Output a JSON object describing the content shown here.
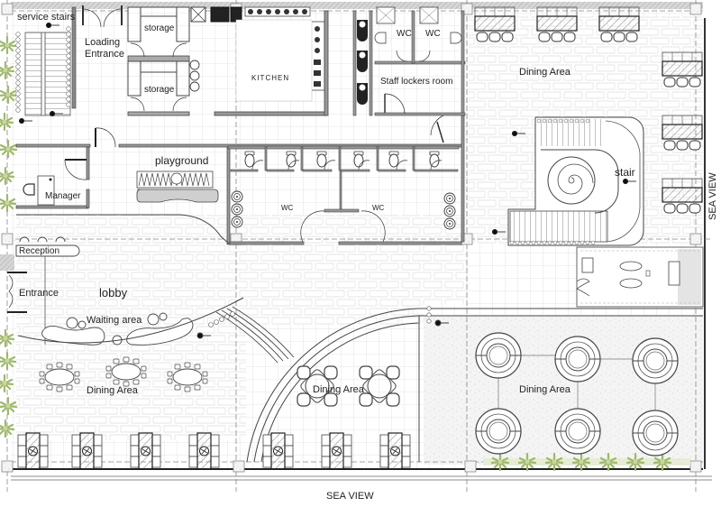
{
  "plan": {
    "type": "restaurant floor plan",
    "colors": {
      "wall": "#555555",
      "grid": "#d8d8d8",
      "brick": "#e4e4e4",
      "plant": "#a9bf7a",
      "speckle": "#f2f2f2",
      "line": "#333333"
    }
  },
  "rooms": {
    "service_stairs": "service stairs",
    "loading_entrance_1": "Loading",
    "loading_entrance_2": "Entrance",
    "storage_top": "storage",
    "storage_bottom": "storage",
    "kitchen": "KITCHEN",
    "wc_staff_left": "WC",
    "wc_staff_right": "WC",
    "staff_lockers": "Staff lockers room",
    "dining_top_right": "Dining Area",
    "manager": "Manager",
    "playground": "playground",
    "wc_public_left": "WC",
    "wc_public_right": "WC",
    "stair": "stair",
    "reception": "Reception",
    "entrance": "Entrance",
    "lobby": "lobby",
    "waiting_area": "Waiting area",
    "dining_bottom_left": "Dining Area",
    "dining_bottom_middle": "Dining Area",
    "dining_bottom_right": "Dining Area"
  },
  "orientation": {
    "sea_view_bottom": "SEA VIEW",
    "sea_view_right": "SEA VIEW"
  },
  "furniture": {
    "top_booths": 3,
    "right_booths": 3,
    "public_wc_stalls": 6,
    "round_tables_lobby_dining": 3,
    "square_tables_middle_dining": 2,
    "round_booths_right_dining": 6,
    "bottom_left_booth_tables": 4,
    "bottom_middle_booth_tables": 3
  }
}
